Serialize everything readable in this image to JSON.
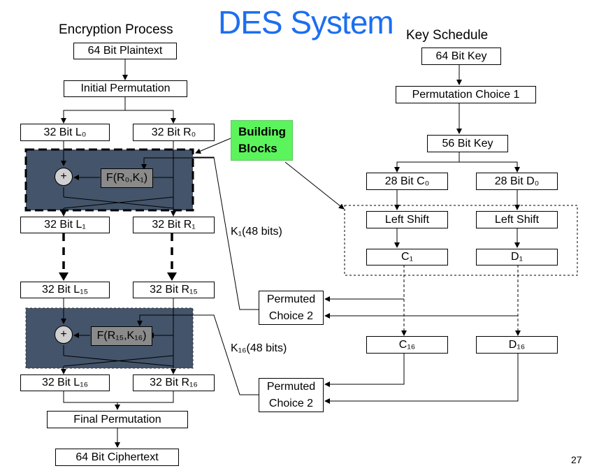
{
  "title": "DES System",
  "slide_number": "27",
  "encryption": {
    "heading": "Encryption Process",
    "plaintext": "64 Bit Plaintext",
    "initial_permutation": "Initial Permutation",
    "l0": "32 Bit L₀",
    "r0": "32 Bit R₀",
    "f1": "F(R₀,K₁)",
    "xor": "+",
    "l1": "32 Bit L₁",
    "r1": "32 Bit R₁",
    "l15": "32 Bit L₁₅",
    "r15": "32 Bit R₁₅",
    "f16": "F(R₁₅,K₁₆)",
    "l16": "32 Bit L₁₆",
    "r16": "32 Bit R₁₆",
    "final_permutation": "Final Permutation",
    "ciphertext": "64 Bit Ciphertext"
  },
  "building_blocks": {
    "line1": "Building",
    "line2": "Blocks"
  },
  "key_labels": {
    "k1": "K₁(48 bits)",
    "k16": "K₁₆(48 bits)"
  },
  "key_schedule": {
    "heading": "Key Schedule",
    "key64": "64 Bit Key",
    "pc1": "Permutation Choice 1",
    "key56": "56 Bit Key",
    "c0": "28 Bit C₀",
    "d0": "28 Bit D₀",
    "left_shift_c": "Left Shift",
    "left_shift_d": "Left Shift",
    "c1": "C₁",
    "d1": "D₁",
    "pc2_top": {
      "line1": "Permuted",
      "line2": "Choice 2"
    },
    "c16": "C₁₆",
    "d16": "D₁₆",
    "pc2_bottom": {
      "line1": "Permuted",
      "line2": "Choice 2"
    }
  },
  "colors": {
    "title": "#1c6ff0",
    "round_block": "#44546a",
    "building_blocks": "#5cf45c",
    "f_box": "#8a8a8a"
  }
}
